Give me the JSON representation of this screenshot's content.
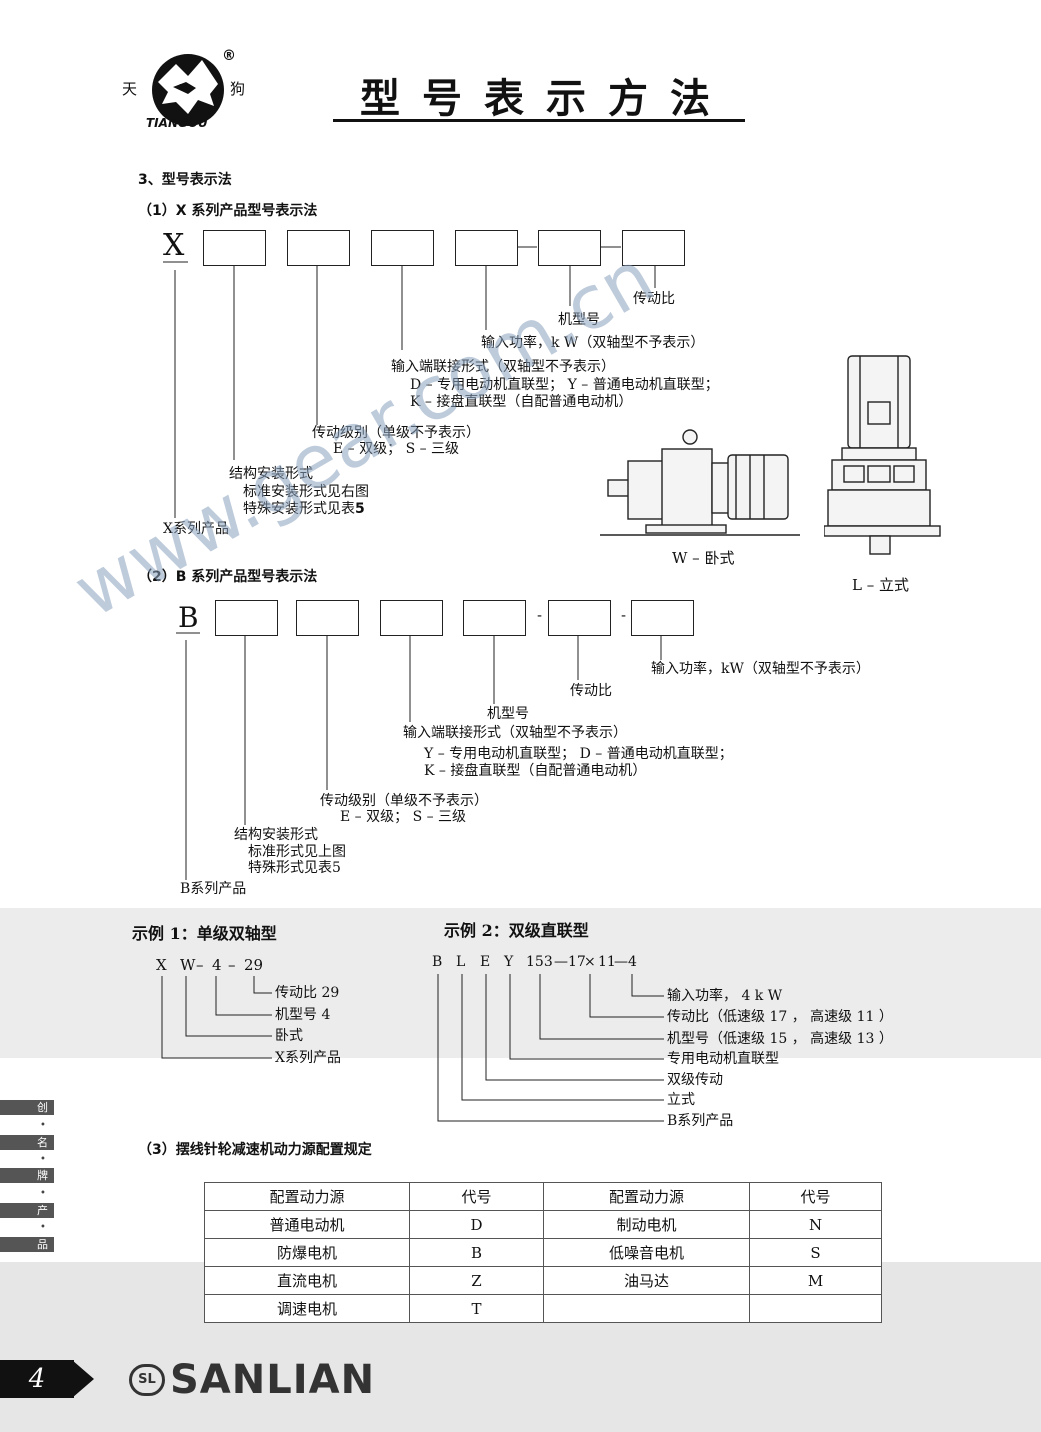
{
  "header": {
    "logo_left_char": "天",
    "logo_right_char": "狗",
    "logo_text": "TIANGOU",
    "registered_mark": "®",
    "title": "型号表示方法"
  },
  "section3_title": "3、型号表示法",
  "x_series": {
    "heading": "（1）X  系列产品型号表示法",
    "prefix": "X",
    "dashes": [
      "–",
      "–"
    ],
    "labels": {
      "ratio": "传动比",
      "frame": "机型号",
      "power": "输入功率，k W（双轴型不予表示）",
      "input_type": "输入端联接形式（双轴型不予表示）",
      "input_type_d": "D – 专用电动机直联型；  Y – 普通电动机直联型；",
      "input_type_k": "K – 接盘直联型（自配普通电动机）",
      "stage": "传动级别（单级不予表示）",
      "stage_opts": "E – 双级；  S – 三级",
      "mount": "结构安装形式",
      "mount_std": "标准安装形式见右图",
      "mount_special": "特殊安装形式见表",
      "mount_table_no": "5",
      "series": "X系列产品"
    },
    "figures": {
      "horizontal": "W – 卧式",
      "vertical": "L – 立式"
    }
  },
  "b_series": {
    "heading": "（2）B  系列产品型号表示法",
    "prefix": "B",
    "dashes": [
      "-",
      "-"
    ],
    "labels": {
      "power": "输入功率，kW（双轴型不予表示）",
      "ratio": "传动比",
      "frame": "机型号",
      "input_type": "输入端联接形式（双轴型不予表示）",
      "input_type_y": "Y – 专用电动机直联型；  D – 普通电动机直联型；",
      "input_type_k": "K – 接盘直联型（自配普通电动机）",
      "stage": "传动级别（单级不予表示）",
      "stage_opts": "E – 双级；  S – 三级",
      "mount": "结构安装形式",
      "mount_std": "标准形式见上图",
      "mount_special": "特殊形式见表5",
      "series": "B系列产品"
    }
  },
  "example1": {
    "title": "示例 1：单级双轴型",
    "code": [
      "X",
      "W",
      "–",
      "4",
      "–",
      "29"
    ],
    "labels": [
      "传动比 29",
      "机型号 4",
      "卧式",
      "X系列产品"
    ]
  },
  "example2": {
    "title": "示例 2：双级直联型",
    "code": [
      "B",
      "L",
      "E",
      "Y",
      "153",
      "—",
      "17",
      "×",
      "11",
      "—",
      "4"
    ],
    "labels": [
      "输入功率，  4  k W",
      "传动比（低速级 17 ， 高速级 11 ）",
      "机型号（低速级 15 ， 高速级 13 ）",
      "专用电动机直联型",
      "双级传动",
      "立式",
      "B系列产品"
    ]
  },
  "section3_3": {
    "heading": "（3）摆线针轮减速机动力源配置规定",
    "columns": [
      "配置动力源",
      "代号",
      "配置动力源",
      "代号"
    ],
    "rows": [
      [
        "普通电动机",
        "D",
        "制动电机",
        "N"
      ],
      [
        "防爆电机",
        "B",
        "低噪音电机",
        "S"
      ],
      [
        "直流电机",
        "Z",
        "油马达",
        "M"
      ],
      [
        "调速电机",
        "T",
        "",
        ""
      ]
    ]
  },
  "side_tabs": [
    "创",
    "名",
    "牌",
    "产",
    "品"
  ],
  "watermark": "www.gear.com.cn",
  "footer": {
    "page_number": "4",
    "brand": "SANLIAN",
    "brand_mark": "SL"
  }
}
